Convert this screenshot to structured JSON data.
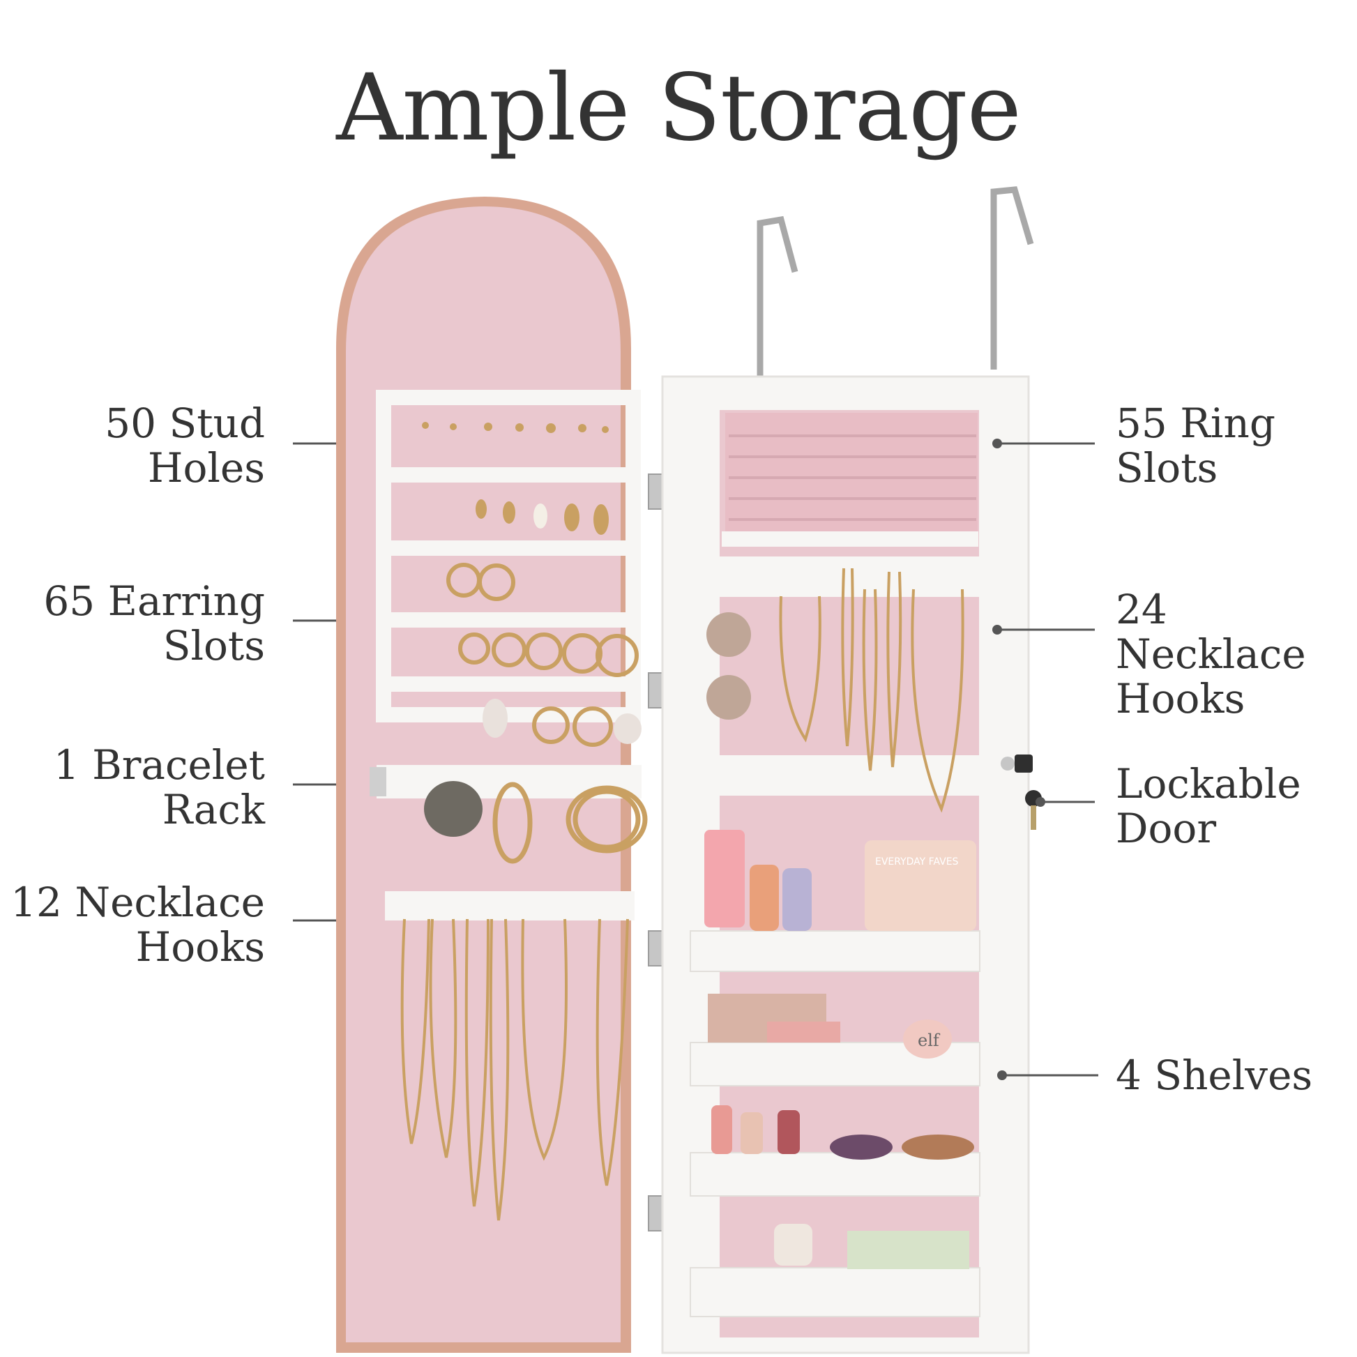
{
  "title": "Ample Storage",
  "callouts_left": [
    {
      "line1": "50 Stud",
      "line2": "Holes"
    },
    {
      "line1": "65 Earring",
      "line2": "Slots"
    },
    {
      "line1": "1 Bracelet",
      "line2": "Rack"
    },
    {
      "line1": "12 Necklace",
      "line2": "Hooks"
    }
  ],
  "callouts_right": [
    {
      "line1": "55 Ring",
      "line2": "Slots"
    },
    {
      "line1": "24 Necklace",
      "line2": "Hooks"
    },
    {
      "line1": "Lockable",
      "line2": "Door"
    },
    {
      "line1": "4 Shelves",
      "line2": ""
    }
  ],
  "product_labels": {
    "palette_text": "EVERYDAY FAVES",
    "blush_text": "elf"
  },
  "colors": {
    "pink_lining": "#eac8cf",
    "rose_gold_frame": "#d9a691",
    "white_cabinet": "#f7f6f4",
    "gold_jewelry": "#c9a062",
    "text": "#333333"
  }
}
